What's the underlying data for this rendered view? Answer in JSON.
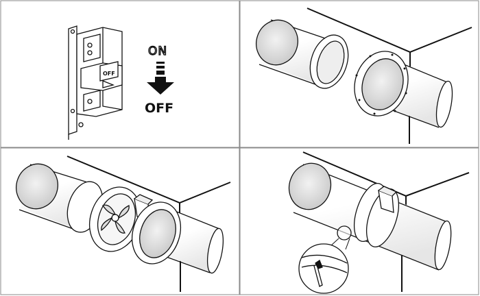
{
  "panels": [
    {
      "id": "step-1",
      "description_visible": false
    },
    {
      "id": "step-2",
      "description_visible": false
    },
    {
      "id": "step-3",
      "description_visible": false
    },
    {
      "id": "step-4",
      "description_visible": false
    }
  ],
  "breaker": {
    "switch_label": "OFF",
    "state_from": "ON",
    "state_to": "OFF"
  },
  "colors": {
    "line": "#111111",
    "duct_shade": "#d9d9d9",
    "duct_light": "#f4f4f4",
    "panel_border": "#8a8a8a"
  }
}
